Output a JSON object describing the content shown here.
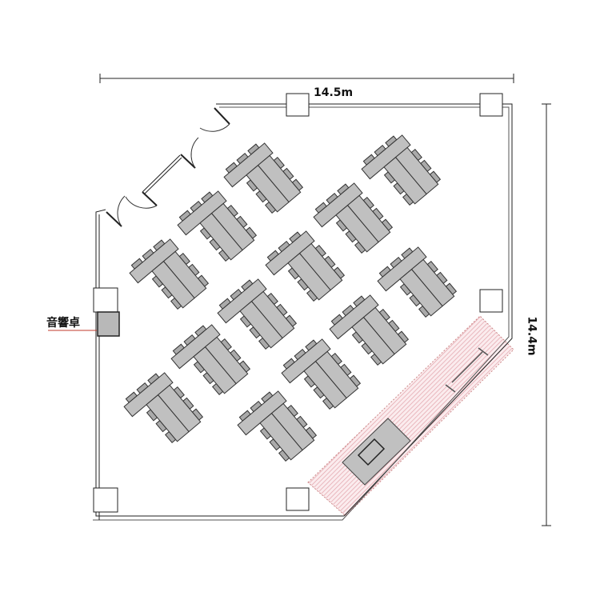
{
  "dimensions": {
    "width_label": "14.5m",
    "height_label": "14.4m"
  },
  "sound_desk": {
    "label": "音響卓"
  },
  "colors": {
    "table": "#c0c0c0",
    "stage_hatch": "#e8a0a8",
    "stage_bg": "#fbe9ea",
    "leader_line": "#c0392b"
  },
  "layout": {
    "table_clusters": 13,
    "chairs_per_cluster": 9,
    "columns": 6
  }
}
